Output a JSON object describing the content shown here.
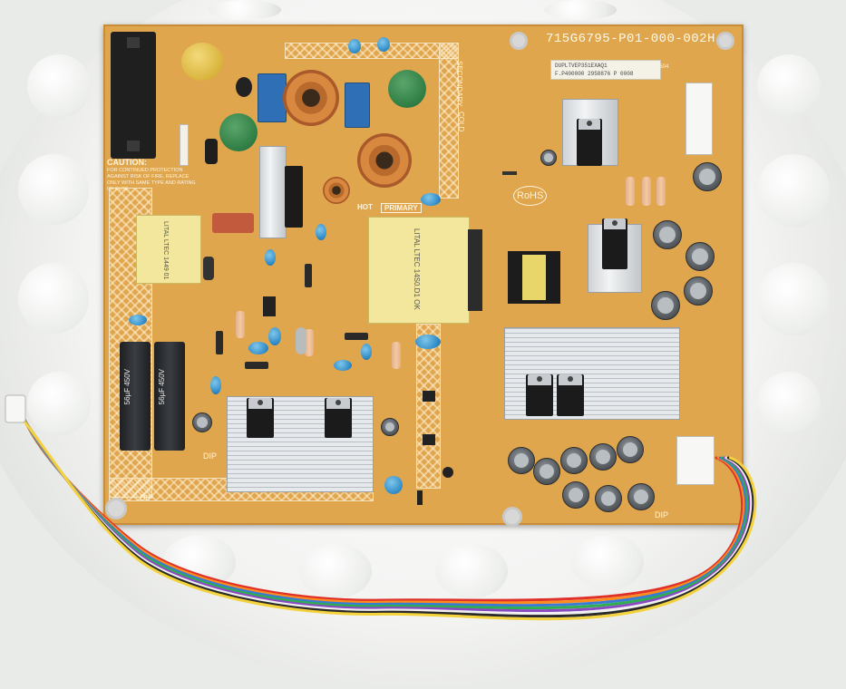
{
  "board": {
    "part_number": "715G6795-P01-000-002H",
    "label_line1": "DUPLTVEP351EXAQ1",
    "label_line2": "1504",
    "label_line3": "F.P400000 2958876 P 0008",
    "caution_title": "CAUTION:",
    "caution_text": "FOR CONTINUED PROTECTION AGAINST RISK OF FIRE, REPLACE ONLY WITH SAME TYPE AND RATING OF FUSE.",
    "secondary_label": "SECONDARY",
    "cold_label": "COLD",
    "hot_label": "HOT",
    "primary_label": "PRIMARY",
    "rohs_label": "RoHS",
    "dip_label": "DIP",
    "bulk_cap_text": "56µF 450V",
    "xfmr_main_text": "LITAL LTEC 14S0.D1 OK",
    "xfmr_small_text": "LITAL LTEC 1449 01"
  },
  "colors": {
    "pcb": "#e0a64e",
    "silkscreen": "#fff4dc",
    "background": "#e9ebe8"
  },
  "wires": [
    "#e0302a",
    "#ff8c1a",
    "#3a7bd5",
    "#2fae4f",
    "#8a4bc2",
    "#f0f0f0",
    "#2a2a2a",
    "#f3d23c"
  ]
}
